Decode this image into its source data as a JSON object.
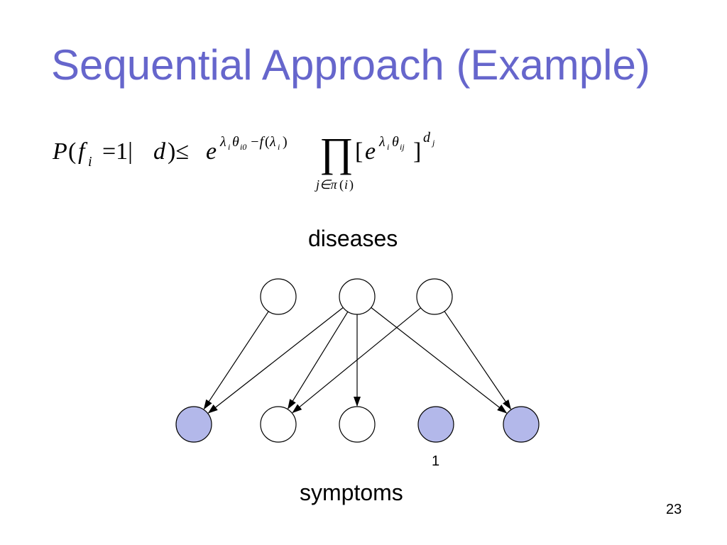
{
  "slide": {
    "title": "Sequential Approach (Example)",
    "page_number": "23"
  },
  "formula": {
    "P": "P",
    "open_paren": "(",
    "f": "f",
    "sub_i": "i",
    "eq_one_bar": "=1|",
    "d": "d",
    "close_paren_le": ")≤",
    "e1": "e",
    "exp1_lambda": "λ",
    "exp1_lambda_sub": "i",
    "exp1_theta": "θ",
    "exp1_theta_sub": "i0",
    "exp1_minus_f": "−f",
    "exp1_paren_open": "(",
    "exp1_lambda2": "λ",
    "exp1_lambda2_sub": "i",
    "exp1_paren_close": ")",
    "product": "∏",
    "under_j": "j∈π",
    "under_paren_open": "(",
    "under_i": "i",
    "under_paren_close": ")",
    "bracket_open": "[",
    "e2": "e",
    "exp2_lambda": "λ",
    "exp2_lambda_sub": "i",
    "exp2_theta": "θ",
    "exp2_theta_sub": "ij",
    "bracket_close": "]",
    "outer_exp_d": "d",
    "outer_exp_sub": "j"
  },
  "diagram": {
    "top_label": "diseases",
    "bottom_label": "symptoms",
    "value_annotation": "1",
    "colors": {
      "filled_node": "#b3b8ea",
      "empty_node": "#ffffff",
      "stroke": "#000000",
      "title": "#6666cc"
    },
    "disease_nodes": [
      {
        "id": "d1",
        "filled": false
      },
      {
        "id": "d2",
        "filled": false
      },
      {
        "id": "d3",
        "filled": false
      }
    ],
    "symptom_nodes": [
      {
        "id": "s1",
        "filled": true
      },
      {
        "id": "s2",
        "filled": false
      },
      {
        "id": "s3",
        "filled": false
      },
      {
        "id": "s4",
        "filled": true
      },
      {
        "id": "s5",
        "filled": true
      }
    ],
    "edges": [
      {
        "from": "d1",
        "to": "s1"
      },
      {
        "from": "d2",
        "to": "s1"
      },
      {
        "from": "d2",
        "to": "s2"
      },
      {
        "from": "d2",
        "to": "s3"
      },
      {
        "from": "d2",
        "to": "s5"
      },
      {
        "from": "d3",
        "to": "s2"
      },
      {
        "from": "d3",
        "to": "s5"
      }
    ]
  }
}
